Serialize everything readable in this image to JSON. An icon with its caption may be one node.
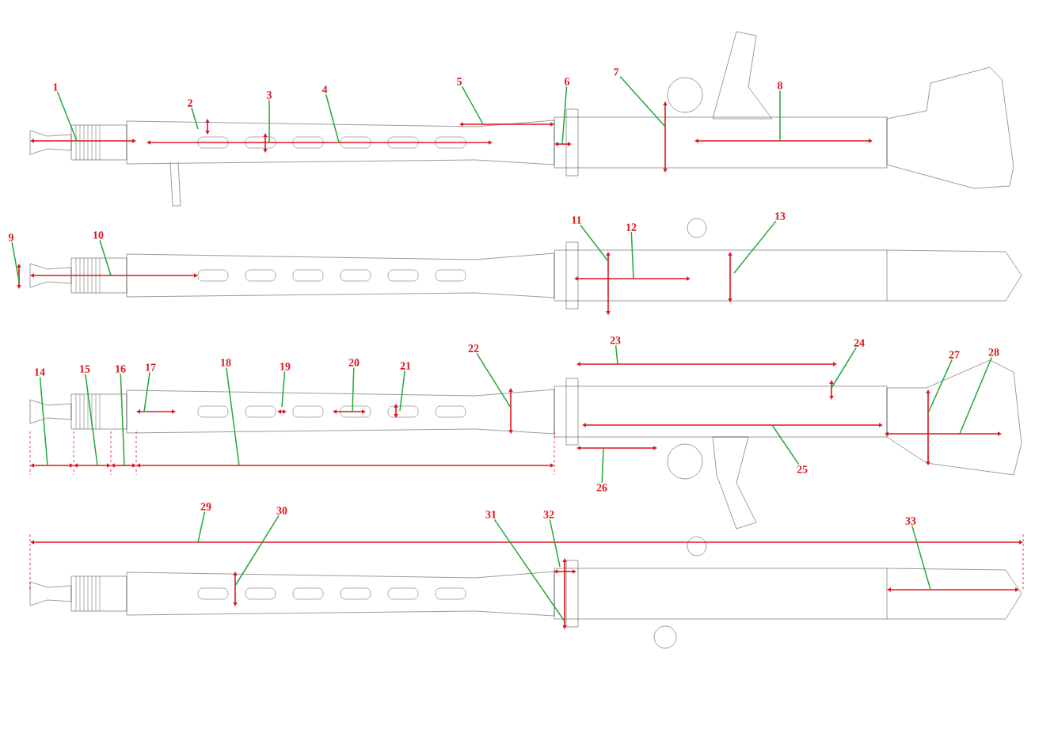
{
  "diagram": {
    "nodes": [
      {
        "text": [
          "1"
        ]
      },
      {
        "text": [
          "2"
        ]
      },
      {
        "text": [
          "3"
        ]
      },
      {
        "text": [
          "4"
        ]
      },
      {
        "text": [
          "5"
        ]
      },
      {
        "text": [
          "6"
        ]
      },
      {
        "text": [
          "7"
        ]
      },
      {
        "text": [
          "8"
        ]
      },
      {
        "text": [
          "9"
        ]
      },
      {
        "text": [
          "10"
        ]
      },
      {
        "text": [
          "11"
        ]
      },
      {
        "text": [
          "12"
        ]
      },
      {
        "text": [
          "13"
        ]
      },
      {
        "text": [
          "14"
        ]
      },
      {
        "text": [
          "15"
        ]
      },
      {
        "text": [
          "16"
        ]
      },
      {
        "text": [
          "17"
        ]
      },
      {
        "text": [
          "18"
        ]
      },
      {
        "text": [
          "19"
        ]
      },
      {
        "text": [
          "20"
        ]
      },
      {
        "text": [
          "21"
        ]
      },
      {
        "text": [
          "22"
        ]
      },
      {
        "text": [
          "23"
        ]
      },
      {
        "text": [
          "24"
        ]
      },
      {
        "text": [
          "27"
        ]
      },
      {
        "text": [
          "28"
        ]
      },
      {
        "text": [
          "25"
        ]
      },
      {
        "text": [
          "26"
        ]
      },
      {
        "text": [
          "29"
        ]
      },
      {
        "text": [
          "30"
        ]
      },
      {
        "text": [
          "31"
        ]
      },
      {
        "text": [
          "32"
        ]
      },
      {
        "text": [
          "33"
        ]
      }
    ],
    "edges": [
      {
        "from": 0,
        "to": null,
        "arrow": "none"
      },
      {
        "from": 1,
        "to": null,
        "arrow": "none"
      },
      {
        "from": 2,
        "to": null,
        "arrow": "none"
      },
      {
        "from": 3,
        "to": null,
        "arrow": "none"
      },
      {
        "from": 4,
        "to": null,
        "arrow": "none"
      },
      {
        "from": 5,
        "to": null,
        "arrow": "none"
      },
      {
        "from": 6,
        "to": null,
        "arrow": "none"
      },
      {
        "from": 7,
        "to": null,
        "arrow": "none"
      },
      {
        "from": 8,
        "to": null,
        "arrow": "none"
      },
      {
        "from": 9,
        "to": null,
        "arrow": "none"
      },
      {
        "from": 10,
        "to": null,
        "arrow": "none"
      },
      {
        "from": 11,
        "to": null,
        "arrow": "none"
      },
      {
        "from": 12,
        "to": null,
        "arrow": "none"
      },
      {
        "from": 13,
        "to": null,
        "arrow": "none"
      },
      {
        "from": 14,
        "to": null,
        "arrow": "none"
      },
      {
        "from": 15,
        "to": null,
        "arrow": "none"
      },
      {
        "from": 16,
        "to": null,
        "arrow": "none"
      },
      {
        "from": 17,
        "to": null,
        "arrow": "none"
      },
      {
        "from": 18,
        "to": null,
        "arrow": "none"
      },
      {
        "from": 19,
        "to": null,
        "arrow": "none"
      },
      {
        "from": 20,
        "to": null,
        "arrow": "none"
      },
      {
        "from": 21,
        "to": null,
        "arrow": "none"
      },
      {
        "from": 22,
        "to": null,
        "arrow": "none"
      },
      {
        "from": 23,
        "to": null,
        "arrow": "none"
      },
      {
        "from": 24,
        "to": null,
        "arrow": "none"
      },
      {
        "from": 25,
        "to": null,
        "arrow": "none"
      },
      {
        "from": 26,
        "to": null,
        "arrow": "none"
      },
      {
        "from": 27,
        "to": null,
        "arrow": "none"
      },
      {
        "from": 28,
        "to": null,
        "arrow": "none"
      },
      {
        "from": 29,
        "to": null,
        "arrow": "none"
      },
      {
        "from": 30,
        "to": null,
        "arrow": "none"
      },
      {
        "from": 31,
        "to": null,
        "arrow": "none"
      },
      {
        "from": 32,
        "to": null,
        "arrow": "none"
      }
    ]
  }
}
